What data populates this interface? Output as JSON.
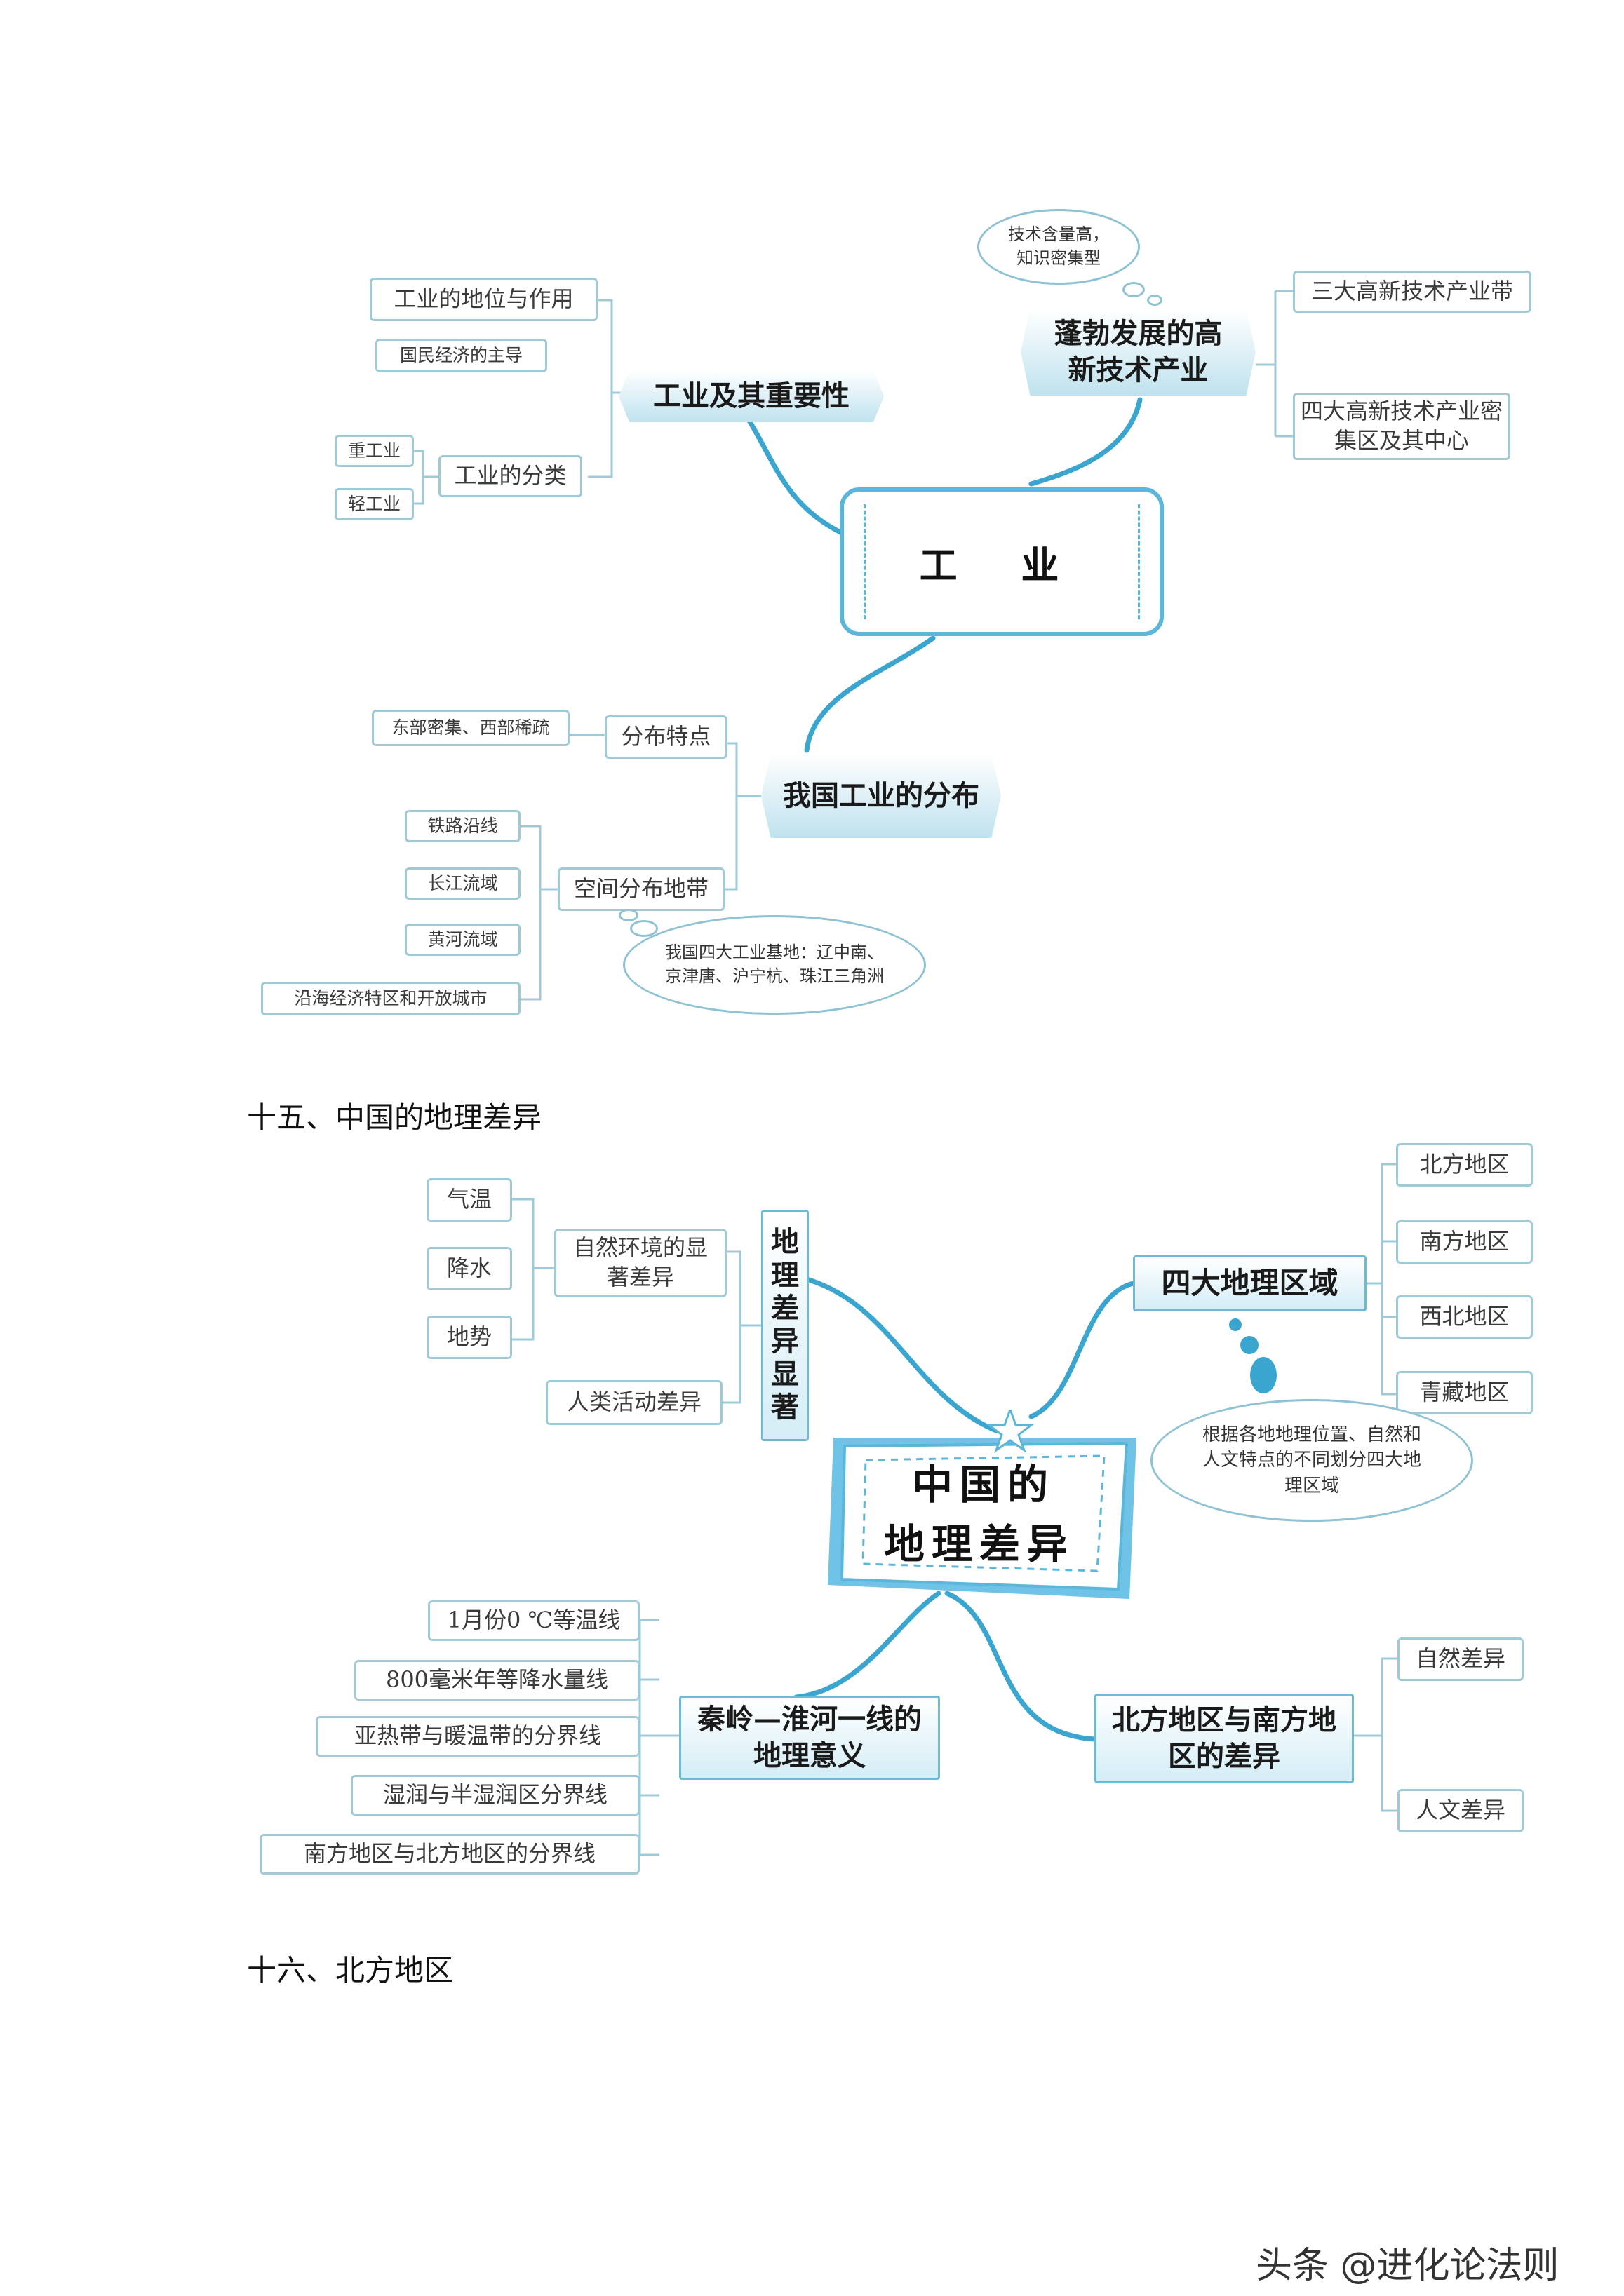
{
  "diagram1": {
    "center": "工  业",
    "importance": {
      "title": "工业及其重要性",
      "status_role": "工业的地位与作用",
      "status_role_note": "国民经济的主导",
      "classification": "工业的分类",
      "heavy": "重工业",
      "light": "轻工业"
    },
    "hightech": {
      "title": "蓬勃发展的高新技术产业",
      "note": "技术含量高，知识密集型",
      "belts": "三大高新技术产业带",
      "regions": "四大高新技术产业密集区及其中心"
    },
    "distribution": {
      "title": "我国工业的分布",
      "features": "分布特点",
      "features_note": "东部密集、西部稀疏",
      "zones": "空间分布地带",
      "zone_items": [
        "铁路沿线",
        "长江流域",
        "黄河流域",
        "沿海经济特区和开放城市"
      ],
      "bases_note": "我国四大工业基地：辽中南、京津唐、沪宁杭、珠江三角洲"
    }
  },
  "heading1": "十五、中国的地理差异",
  "diagram2": {
    "center_line1": "中国的",
    "center_line2": "地理差异",
    "significant": {
      "title": "地理差异显著",
      "natural": "自然环境的显著差异",
      "natural_items": [
        "气温",
        "降水",
        "地势"
      ],
      "human": "人类活动差异"
    },
    "regions": {
      "title": "四大地理区域",
      "items": [
        "北方地区",
        "南方地区",
        "西北地区",
        "青藏地区"
      ],
      "note": "根据各地地理位置、自然和人文特点的不同划分四大地理区域"
    },
    "qinling": {
      "title": "秦岭—淮河一线的地理意义",
      "items": [
        "1月份0 ℃等温线",
        "800毫米年等降水量线",
        "亚热带与暖温带的分界线",
        "湿润与半湿润区分界线",
        "南方地区与北方地区的分界线"
      ]
    },
    "northsouth": {
      "title": "北方地区与南方地区的差异",
      "items": [
        "自然差异",
        "人文差异"
      ]
    }
  },
  "heading2": "十六、北方地区",
  "watermark": "头条 @进化论法则"
}
